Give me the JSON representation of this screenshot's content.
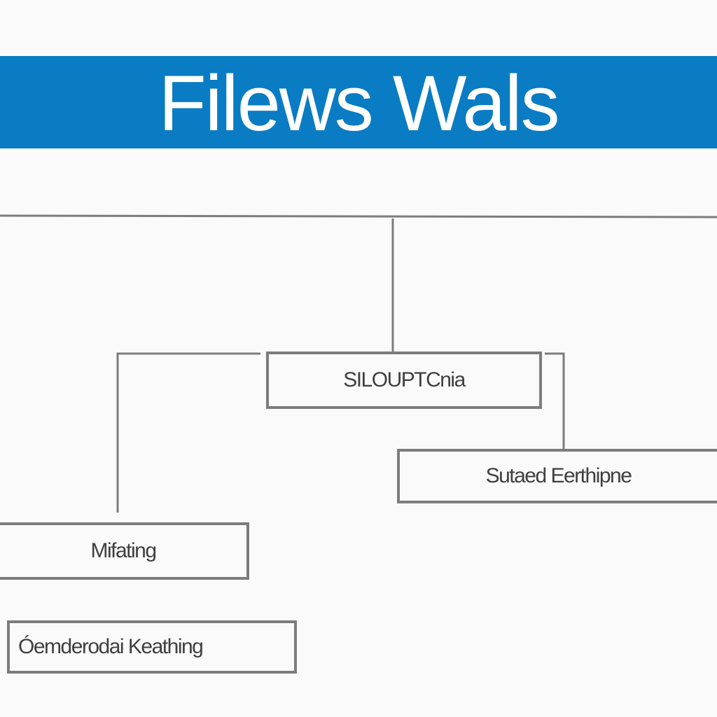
{
  "header": {
    "title": "Filews Wals"
  },
  "nodes": {
    "center": "SILOUPTCnia",
    "right": "Sutaed Eerthipne",
    "left": "Mifating",
    "bottom": "Óemderodai Keathing"
  },
  "colors": {
    "header_band": "#0a7cc3",
    "header_text": "#ffffff",
    "line": "#7c7c7c",
    "node_text": "#3f3f3f",
    "background": "#fafafa"
  }
}
